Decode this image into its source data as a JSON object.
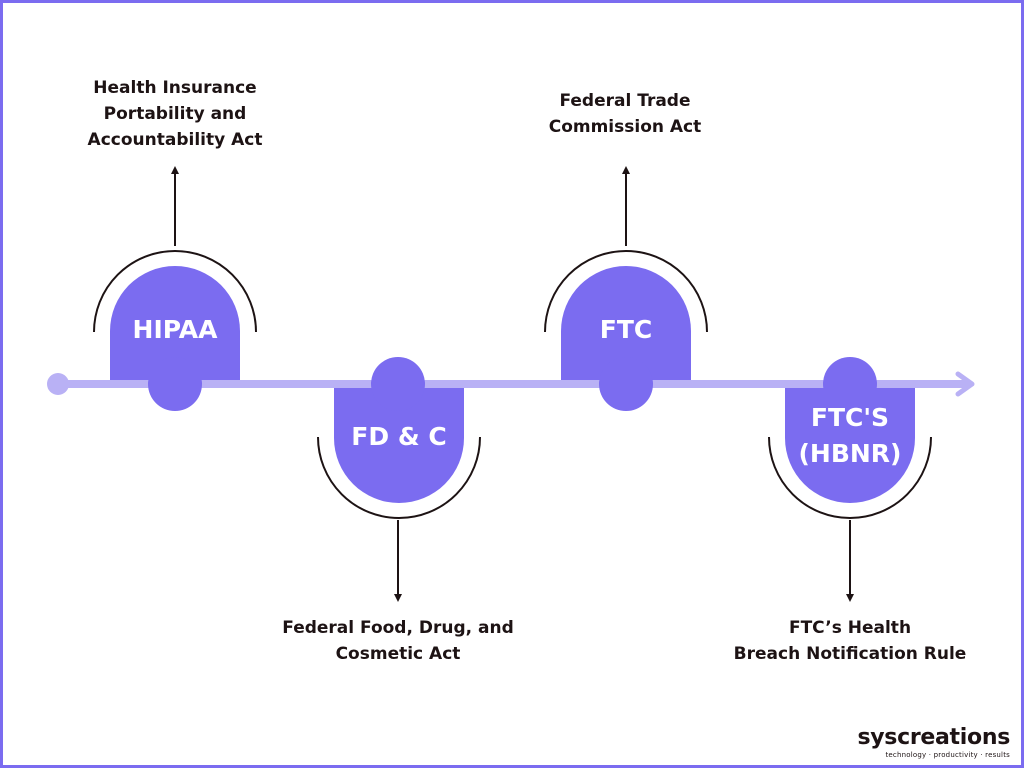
{
  "colors": {
    "frame": "#7b6cf0",
    "node_fill": "#7b6cf0",
    "timeline": "#b9b1f5",
    "text": "#1d1314",
    "badge_text": "#ffffff"
  },
  "nodes": [
    {
      "badge": "HIPAA",
      "description": "Health Insurance\nPortability and\nAccountability Act"
    },
    {
      "badge": "FD & C",
      "description": "Federal Food, Drug, and\nCosmetic Act"
    },
    {
      "badge": "FTC",
      "description": "Federal Trade\nCommission Act"
    },
    {
      "badge": "FTC'S\n(HBNR)",
      "description": "FTC’s Health\nBreach Notification Rule"
    }
  ],
  "logo": {
    "name": "syscreations",
    "tagline": "technology · productivity · results"
  }
}
